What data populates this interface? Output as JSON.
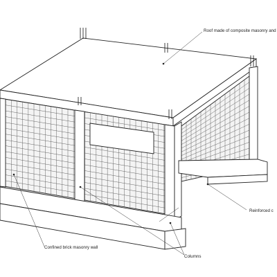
{
  "diagram": {
    "labels": {
      "roof": "Roof made of composite masonry and",
      "reinforced": "Reinforced c",
      "wall": "Confined brick masonry wall",
      "columns": "Columns"
    },
    "colors": {
      "line": "#222222",
      "wall_fill": "#f2f2f2",
      "roof_fill": "#ffffff",
      "grid": "#555555"
    }
  }
}
